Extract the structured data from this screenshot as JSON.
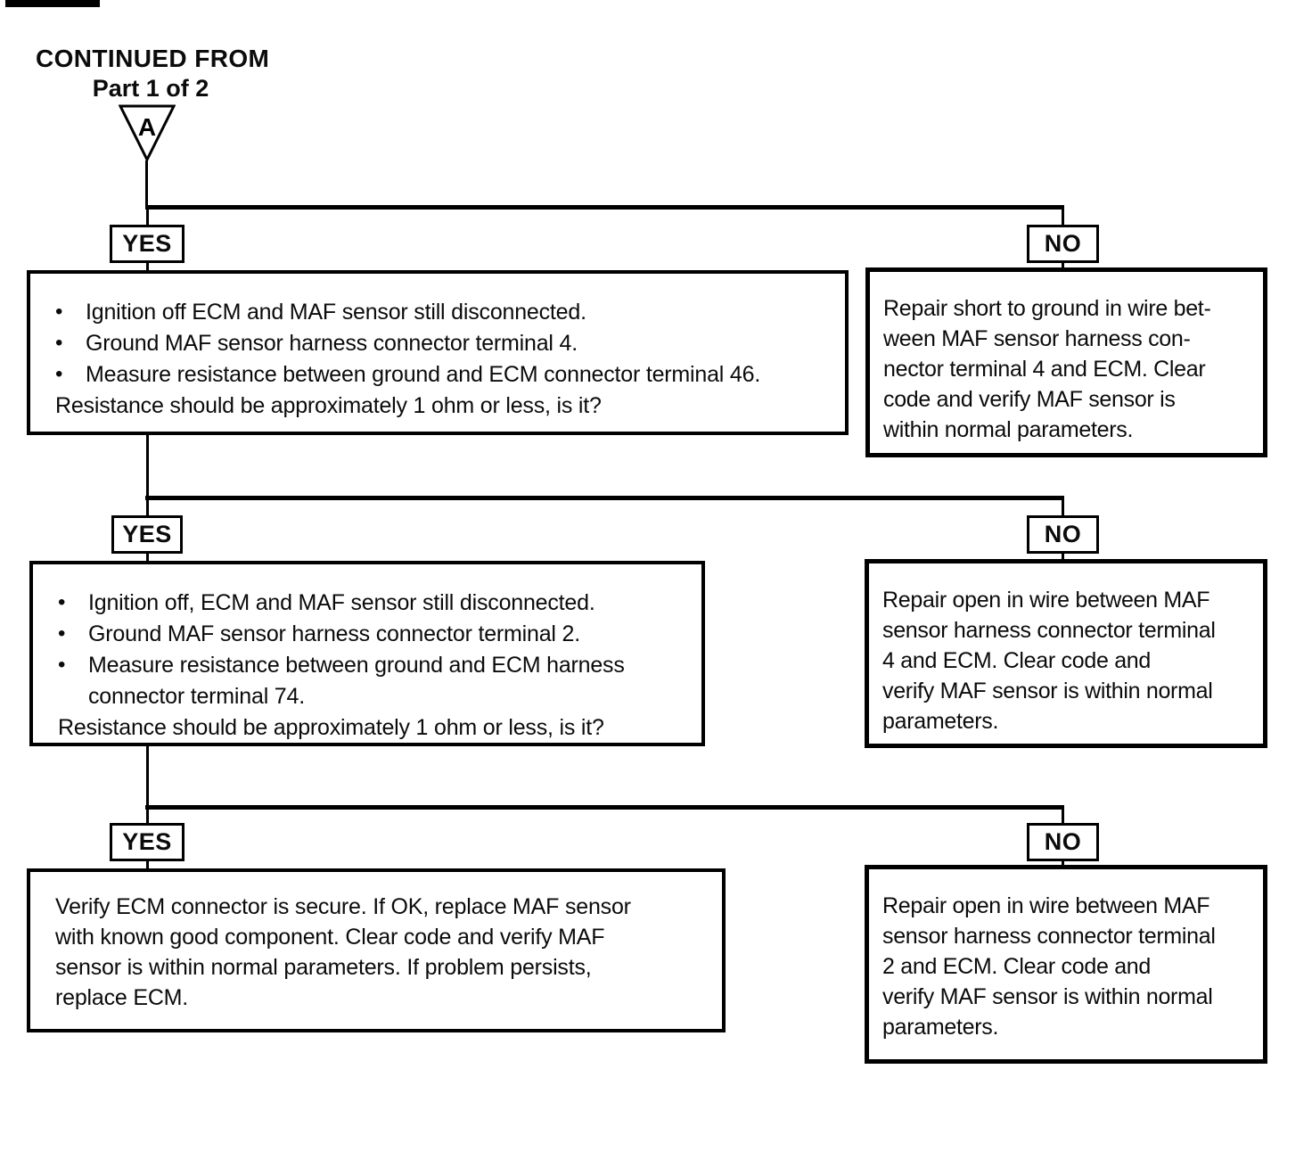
{
  "header": {
    "line1": "CONTINUED FROM",
    "line2": "Part 1 of 2",
    "connector_label": "A"
  },
  "colors": {
    "ink": "#000000",
    "paper": "#ffffff"
  },
  "branches": [
    {
      "yes_label": "YES",
      "no_label": "NO",
      "question": {
        "bullets": [
          "Ignition off ECM and MAF sensor still disconnected.",
          "Ground MAF sensor harness connector terminal 4.",
          "Measure resistance between ground and ECM connector terminal 46."
        ],
        "footer": "Resistance should be approximately 1 ohm or less, is it?"
      },
      "no_action": "Repair short to ground in wire bet-\nween MAF sensor harness con-\nnector terminal 4 and ECM. Clear\ncode and verify MAF sensor is\nwithin normal parameters."
    },
    {
      "yes_label": "YES",
      "no_label": "NO",
      "question": {
        "bullets": [
          "Ignition off, ECM and MAF sensor still disconnected.",
          "Ground MAF sensor harness connector terminal 2.",
          "Measure resistance between ground and ECM harness connector terminal 74."
        ],
        "footer": "Resistance should be approximately 1 ohm or less, is it?"
      },
      "no_action": "Repair open in wire between MAF\nsensor harness connector terminal\n4 and ECM. Clear code and\nverify MAF sensor is within normal\nparameters."
    },
    {
      "yes_label": "YES",
      "no_label": "NO",
      "yes_action": "Verify ECM connector is secure. If OK, replace MAF sensor\nwith known good component. Clear code and verify MAF\nsensor is within normal parameters. If problem persists,\nreplace ECM.",
      "no_action": "Repair open in wire between MAF\nsensor harness connector terminal\n2 and ECM. Clear code and\nverify MAF sensor is within normal\nparameters."
    }
  ]
}
